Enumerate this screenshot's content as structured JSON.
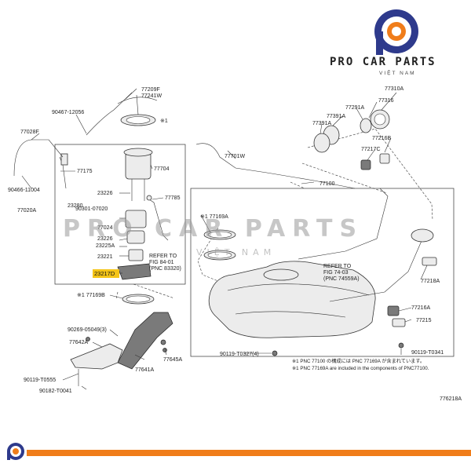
{
  "brand": {
    "name": "PRO CAR PARTS",
    "sub": "VIỆT NAM",
    "watermark": "PRO CAR PARTS",
    "watermark_sub": "VIỆT NAM",
    "accent_color": "#f07d1a",
    "logo_blue": "#2e3a8c",
    "bar_color": "#f07d1a"
  },
  "diagram_code": "776218A",
  "parts": {
    "p77209F": "77209F",
    "p77241W": "77241W",
    "p90467": "90467-12056",
    "p77028F": "77028F",
    "p77175": "77175",
    "p90466": "90466-11004",
    "p77020A": "77020A",
    "p77704": "77704",
    "p23226a": "23226",
    "p77785": "77785",
    "p23280": "23280",
    "p90301": "90301-07020",
    "p77024": "77024",
    "p23226b": "23226",
    "p23225A": "23225A",
    "p23221": "23221",
    "p23217D": "23217D",
    "p77169B": "※1 77169B",
    "p77701W": "77701W",
    "p77100": "77100",
    "p77169A": "※1 77169A",
    "p77310A": "77310A",
    "p77316": "77316",
    "p77291A": "77291A",
    "p77391A": "77391A",
    "p77391Ab": "77391A",
    "p77216B": "77216B",
    "p77217C": "77217C",
    "p77218A": "77218A",
    "p77216A": "77216A",
    "p77215": "77215",
    "p90119T0341": "90119-T0341",
    "p90119T0327": "90119-T0327(4)",
    "p90269": "90269-05049(3)",
    "p77642A": "77642A",
    "p90119T0555": "90119-T0555",
    "p90182": "90182-T0041",
    "p77641A": "77641A",
    "p77645A": "77645A",
    "star1": "※1"
  },
  "refs": {
    "ref1_line1": "REFER TO",
    "ref1_line2": "FIG 84-01",
    "ref1_line3": "(PNC 83320)",
    "ref2_line1": "REFER TO",
    "ref2_line2": "FIG 74-03",
    "ref2_line3": "(PNC 74559A)"
  },
  "notes": {
    "line1": "※1 PNC 77100 の構成には PNC 77169A が含まれています。",
    "line2": "※1 PNC 77169A are included in the components of PNC77100."
  }
}
